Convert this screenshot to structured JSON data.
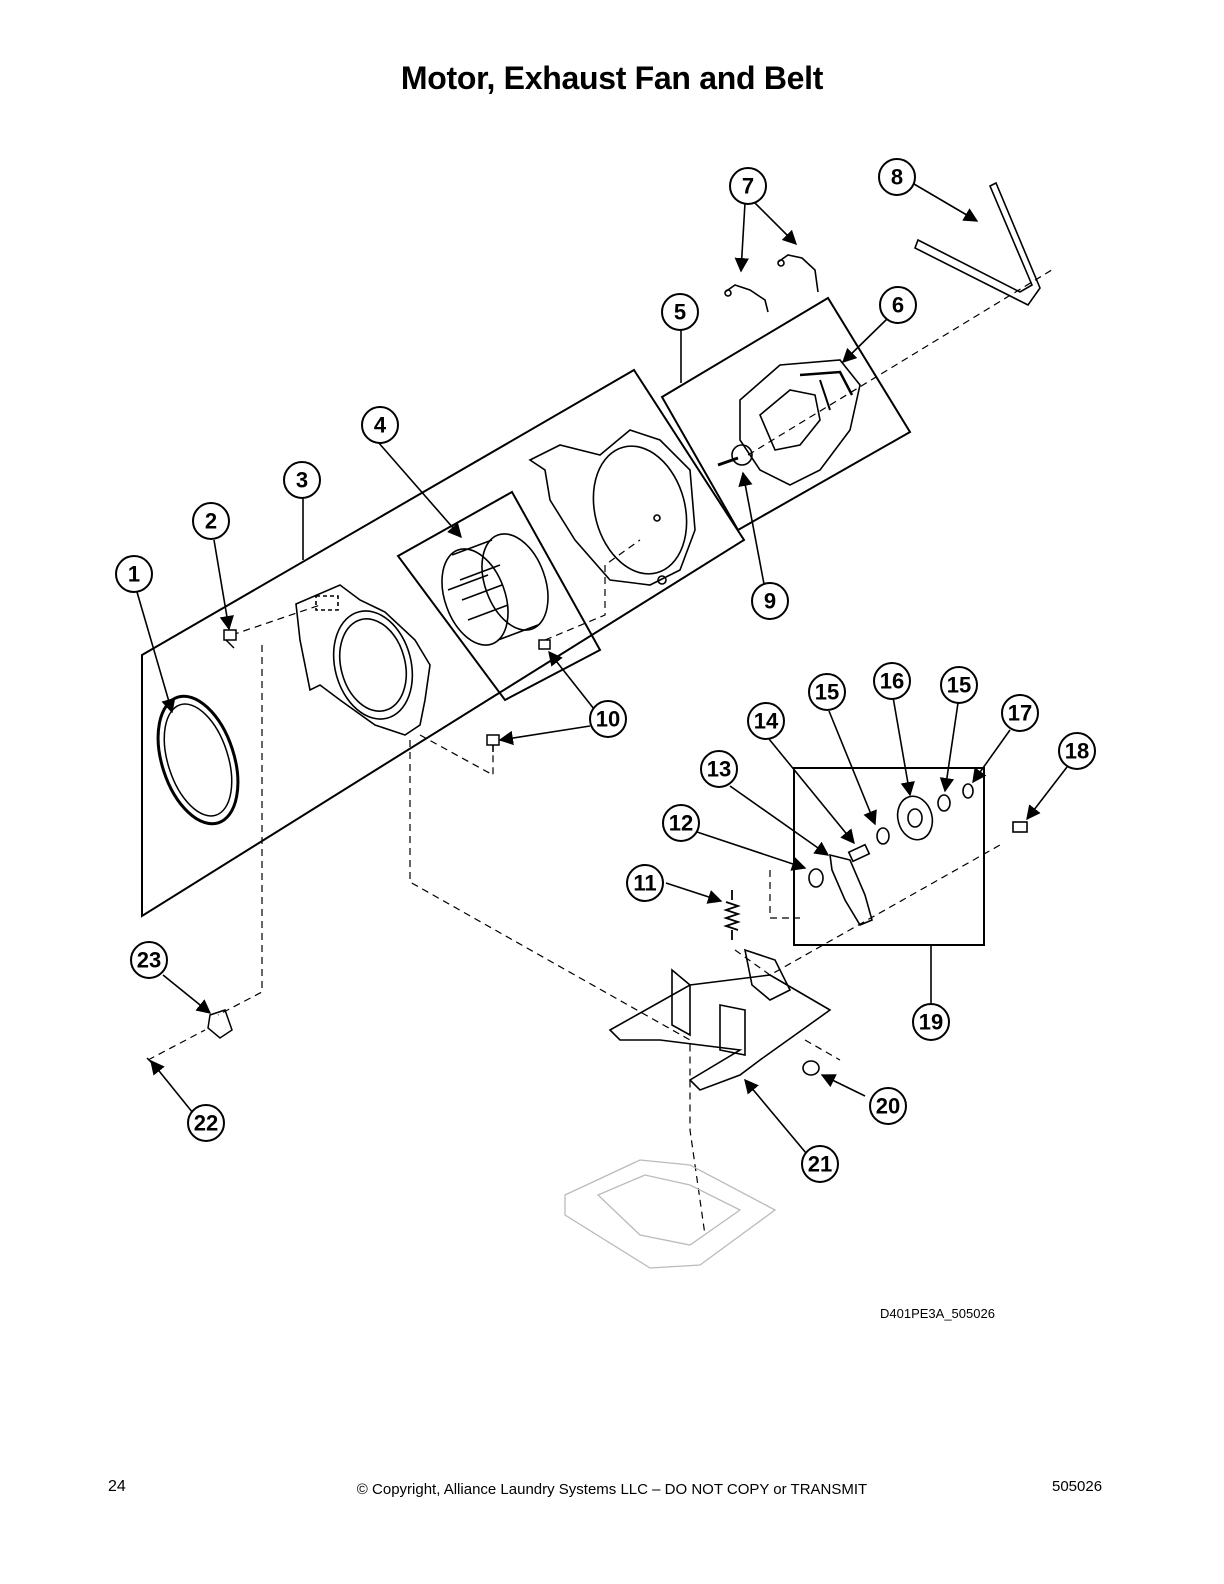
{
  "title": "Motor, Exhaust Fan and Belt",
  "callouts": [
    "1",
    "2",
    "3",
    "4",
    "5",
    "6",
    "7",
    "8",
    "9",
    "10",
    "11",
    "12",
    "13",
    "14",
    "15",
    "15",
    "16",
    "17",
    "18",
    "19",
    "20",
    "21",
    "22",
    "23"
  ],
  "drawing_code": "D401PE3A_505026",
  "footer": {
    "page_number": "24",
    "copyright": "© Copyright, Alliance Laundry Systems LLC – DO NOT COPY or TRANSMIT",
    "doc_number": "505026"
  },
  "colors": {
    "ink": "#000000",
    "light_part": "#bbbbbb"
  }
}
